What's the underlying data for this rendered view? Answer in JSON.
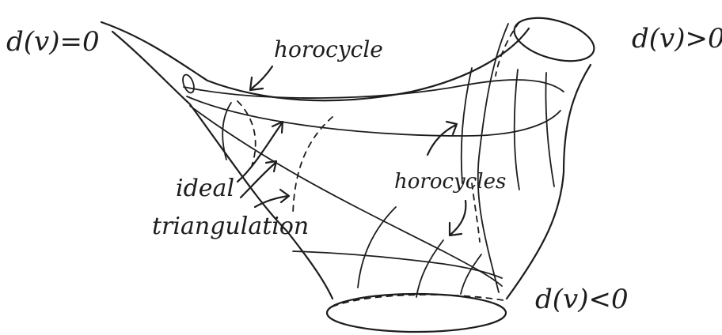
{
  "labels": {
    "d_zero": "d(v)=0",
    "d_positive": "d(v)>0",
    "d_negative": "d(v)<0",
    "horocycle": "horocycle",
    "horocycles": "horocycles",
    "ideal": "ideal",
    "triangulation": "triangulation"
  }
}
